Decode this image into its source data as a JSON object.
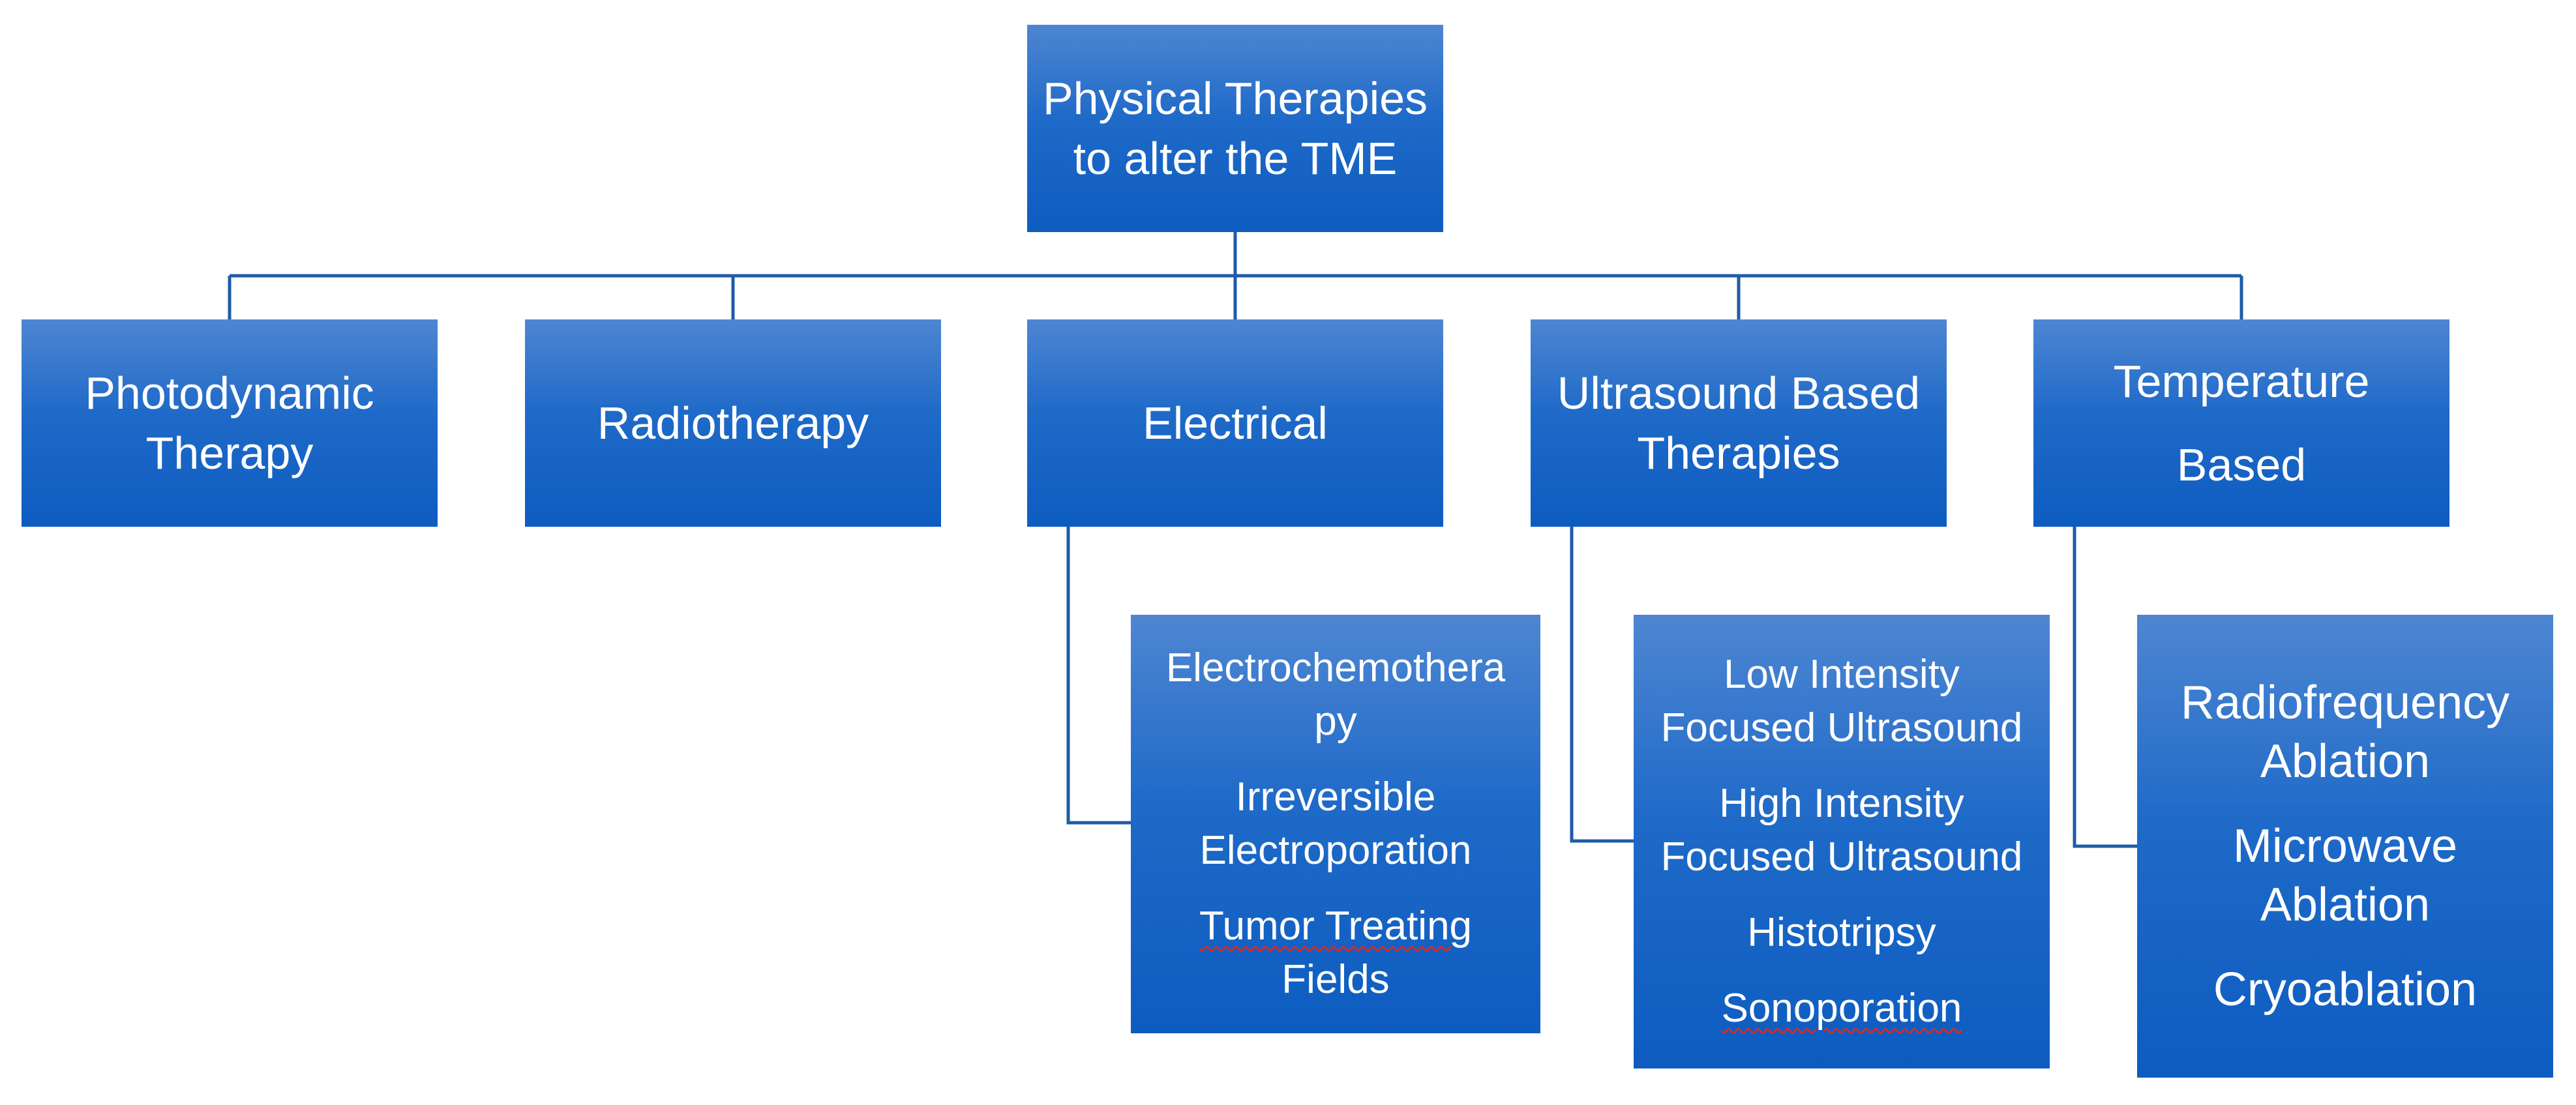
{
  "diagram": {
    "root": {
      "lines": [
        "Physical Therapies",
        "to alter the TME"
      ]
    },
    "categories": [
      {
        "lines": [
          "Photodynamic",
          "Therapy"
        ]
      },
      {
        "lines": [
          "Radiotherapy"
        ]
      },
      {
        "lines": [
          "Electrical"
        ]
      },
      {
        "lines": [
          "Ultrasound Based",
          "Therapies"
        ]
      },
      {
        "lines": [
          "Temperature",
          "Based"
        ]
      }
    ],
    "subgroups": {
      "electrical": [
        {
          "lines": [
            "Electrochemothera",
            "py"
          ]
        },
        {
          "lines": [
            "Irreversible",
            "Electroporation"
          ]
        },
        {
          "lines": [
            "Tumor Treating",
            "Fields"
          ]
        }
      ],
      "ultrasound": [
        {
          "lines": [
            "Low Intensity",
            "Focused Ultrasound"
          ]
        },
        {
          "lines": [
            "High Intensity",
            "Focused Ultrasound"
          ]
        },
        {
          "lines": [
            "Histotripsy"
          ]
        },
        {
          "lines": [
            "Sonoporation"
          ]
        }
      ],
      "temperature": [
        {
          "lines": [
            "Radiofrequency",
            "Ablation"
          ]
        },
        {
          "lines": [
            "Microwave",
            "Ablation"
          ]
        },
        {
          "lines": [
            "Cryoablation"
          ]
        }
      ]
    },
    "colors": {
      "box_top": "#4e86d2",
      "box_bottom": "#0d5cc0",
      "connector": "#1f5ba8",
      "text": "#ffffff",
      "spellcheck": "#d22b2b"
    }
  }
}
